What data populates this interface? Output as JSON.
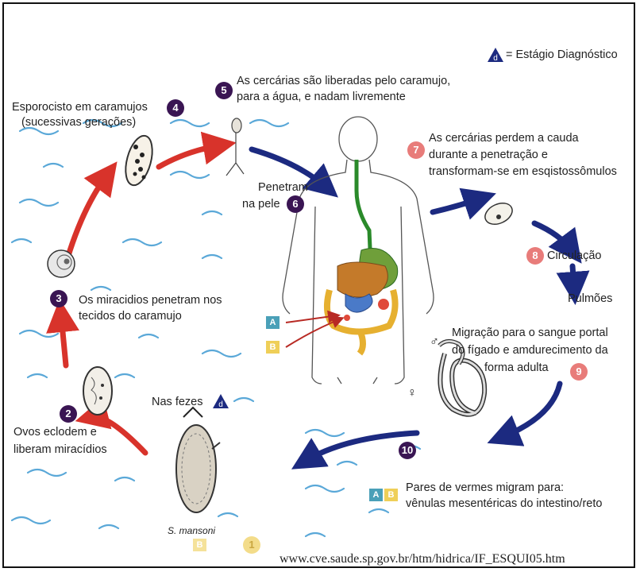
{
  "legend": {
    "symbol": "d",
    "label": "= Estágio Diagnóstico"
  },
  "stages": {
    "s1": {
      "number": "1"
    },
    "s2": {
      "number": "2",
      "line1": "Ovos eclodem e",
      "line2": "liberam miracídios"
    },
    "s3": {
      "number": "3",
      "line1": "Os miracidios penetram nos",
      "line2": "tecidos do caramujo"
    },
    "s4": {
      "number": "4",
      "line1": "Esporocisto em caramujos",
      "line2": "(sucessivas gerações)"
    },
    "s5": {
      "number": "5",
      "line1": "As cercárias são liberadas pelo caramujo,",
      "line2": "para a água, e nadam livremente"
    },
    "s6": {
      "number": "6",
      "line1": "Penetram",
      "line2": "na pele"
    },
    "s7": {
      "number": "7",
      "line1": "As cercárias perdem a cauda",
      "line2": "durante a penetração e",
      "line3": "transformam-se em esqistossômulos"
    },
    "s8": {
      "number": "8",
      "label": "Circulação"
    },
    "s9": {
      "number": "9",
      "line1": "Migração para o sangue portal",
      "line2": "do fígado e amdurecimento da",
      "line3": "forma adulta"
    },
    "s10": {
      "number": "10",
      "line1": "Pares de vermes migram para:",
      "line2": "vênulas mesentéricas do intestino/reto"
    }
  },
  "pulmoes": "Pulmões",
  "fezes": {
    "label": "Nas fezes",
    "symbol": "d"
  },
  "egg_species": "S. mansoni",
  "markers": {
    "a": "A",
    "b": "B"
  },
  "symbols": {
    "male": "♂",
    "female": "♀"
  },
  "source_url": "www.cve.saude.sp.gov.br/htm/hidrica/IF_ESQUI05.htm",
  "colors": {
    "red_arrow": "#d8332b",
    "blue_arrow": "#1c2a80",
    "water": "#5aa8d8",
    "dark_badge": "#3a1553",
    "red_badge": "#e87c7a",
    "marker_a": "#4aa0b8",
    "marker_b": "#efcf58"
  }
}
